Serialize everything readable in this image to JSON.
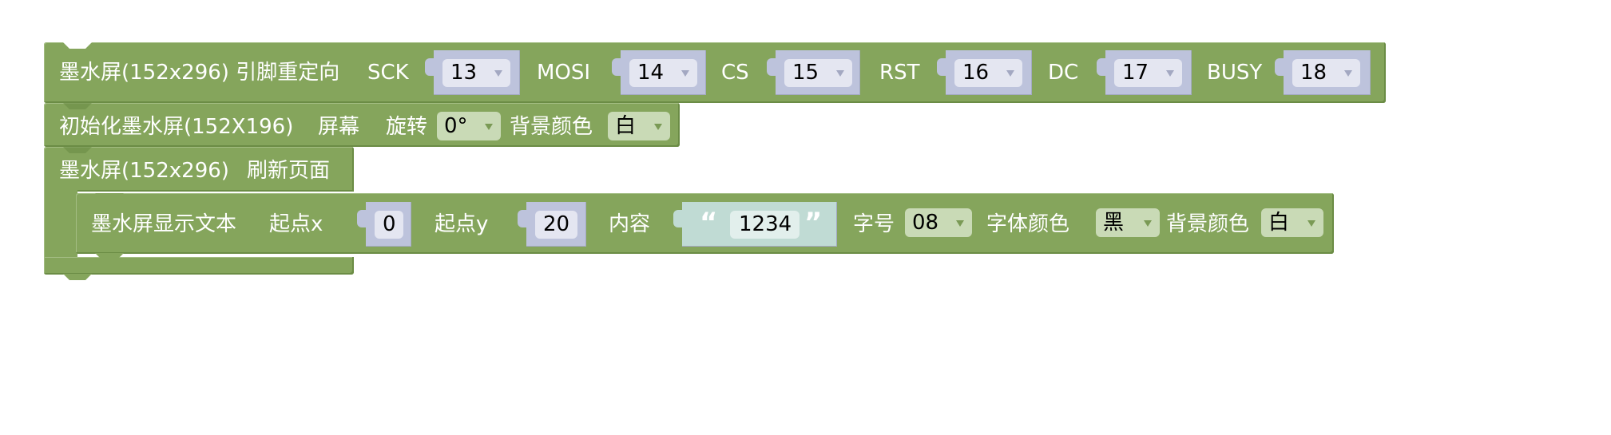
{
  "colors": {
    "block_green": "#85a55c",
    "value_block": "#bdc3dc",
    "value_field": "#e4e6f1",
    "string_block": "#c0dbd4",
    "string_field": "#e2efec",
    "dropdown_field": "#c9dab6"
  },
  "block1": {
    "title": "墨水屏(152x296) 引脚重定向",
    "pins": [
      {
        "label": "SCK",
        "value": "13"
      },
      {
        "label": "MOSI",
        "value": "14"
      },
      {
        "label": "CS",
        "value": "15"
      },
      {
        "label": "RST",
        "value": "16"
      },
      {
        "label": "DC",
        "value": "17"
      },
      {
        "label": "BUSY",
        "value": "18"
      }
    ]
  },
  "block2": {
    "title": "初始化墨水屏(152X196)",
    "screen_label": "屏幕",
    "rotate_label": "旋转",
    "rotate_value": "0°",
    "bg_color_label": "背景颜色",
    "bg_color_value": "白"
  },
  "block3": {
    "title": "墨水屏(152x296)",
    "action_label": "刷新页面"
  },
  "block4": {
    "title": "墨水屏显示文本",
    "x_label": "起点x",
    "x_value": "0",
    "y_label": "起点y",
    "y_value": "20",
    "content_label": "内容",
    "open_quote": "“",
    "content_value": "1234",
    "close_quote": "”",
    "font_size_label": "字号",
    "font_size_value": "08",
    "font_color_label": "字体颜色",
    "font_color_value": "黑",
    "bg_color_label": "背景颜色",
    "bg_color_value": "白"
  }
}
